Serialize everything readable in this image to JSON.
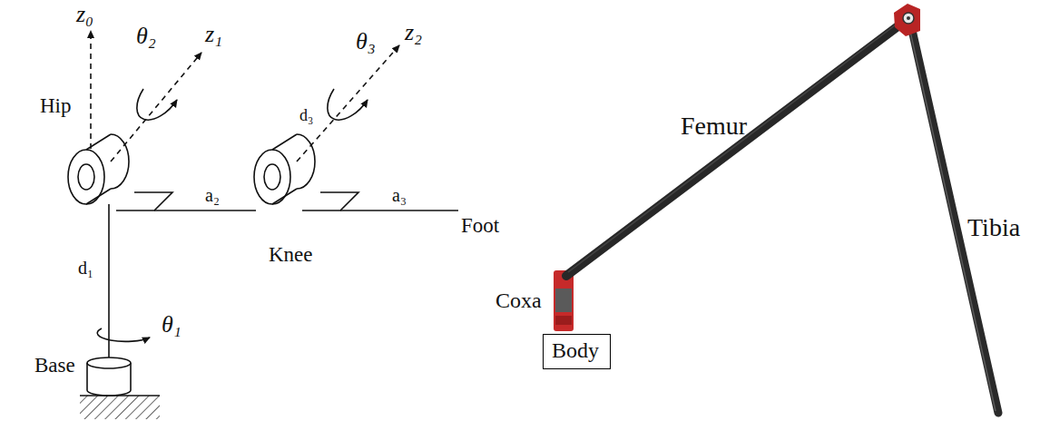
{
  "diagram": {
    "nodes": [
      {
        "text": [
          "Body"
        ]
      }
    ],
    "labels": [
      "z₀",
      "θ₂",
      "z₁",
      "θ₃",
      "z₂",
      "Hip",
      "d₃",
      "a₂",
      "a₃",
      "Foot",
      "d₁",
      "Knee",
      "θ₁",
      "Base",
      "Femur",
      "Coxa",
      "Tibia"
    ]
  }
}
